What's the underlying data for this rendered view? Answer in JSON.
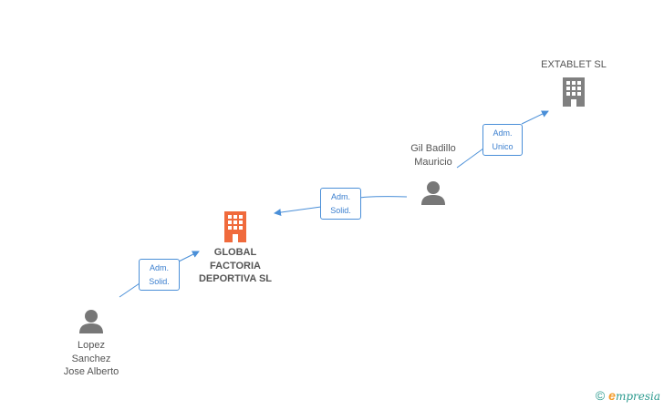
{
  "colors": {
    "edge": "#4a8fd8",
    "company_main": "#f06a3c",
    "company_other": "#808080",
    "person": "#777777"
  },
  "nodes": {
    "extablet": {
      "label": "EXTABLET SL",
      "type": "company",
      "icon": "building-icon"
    },
    "gil": {
      "label_lines": [
        "Gil Badillo",
        "Mauricio"
      ],
      "type": "person",
      "icon": "person-icon"
    },
    "global": {
      "label_lines": [
        "GLOBAL",
        "FACTORIA",
        "DEPORTIVA SL"
      ],
      "type": "company-main",
      "icon": "building-icon"
    },
    "lopez": {
      "label_lines": [
        "Lopez",
        "Sanchez",
        "Jose Alberto"
      ],
      "type": "person",
      "icon": "person-icon"
    }
  },
  "edges": [
    {
      "from": "gil",
      "to": "extablet",
      "role_lines": [
        "Adm.",
        "Unico"
      ]
    },
    {
      "from": "gil",
      "to": "global",
      "role_lines": [
        "Adm.",
        "Solid."
      ]
    },
    {
      "from": "lopez",
      "to": "global",
      "role_lines": [
        "Adm.",
        "Solid."
      ]
    }
  ],
  "brand": {
    "copyright": "©",
    "e": "e",
    "name": "mpresia"
  }
}
